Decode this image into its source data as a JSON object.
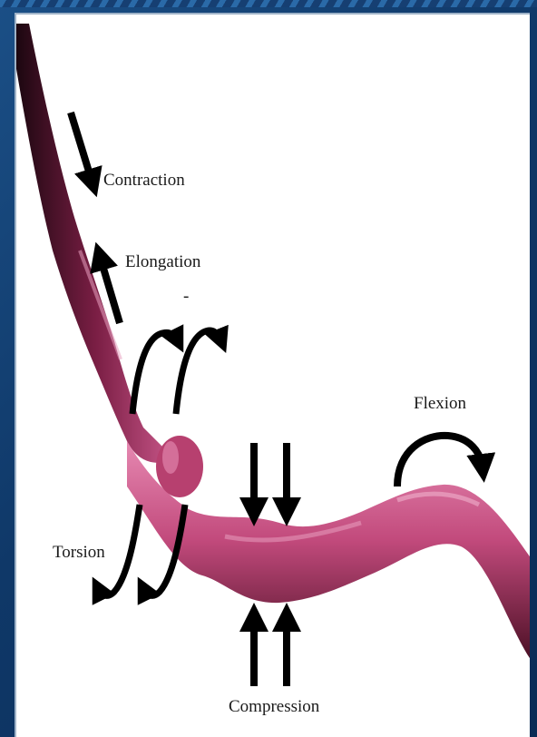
{
  "diagram": {
    "labels": {
      "contraction": "Contraction",
      "elongation": "Elongation",
      "dash": "-",
      "torsion": "Torsion",
      "flexion": "Flexion",
      "compression": "Compression"
    },
    "colors": {
      "vessel_light": "#e07aa8",
      "vessel_mid": "#b83d70",
      "vessel_dark": "#3a0b1c",
      "arrows": "#000000",
      "background": "#0f3868"
    }
  }
}
